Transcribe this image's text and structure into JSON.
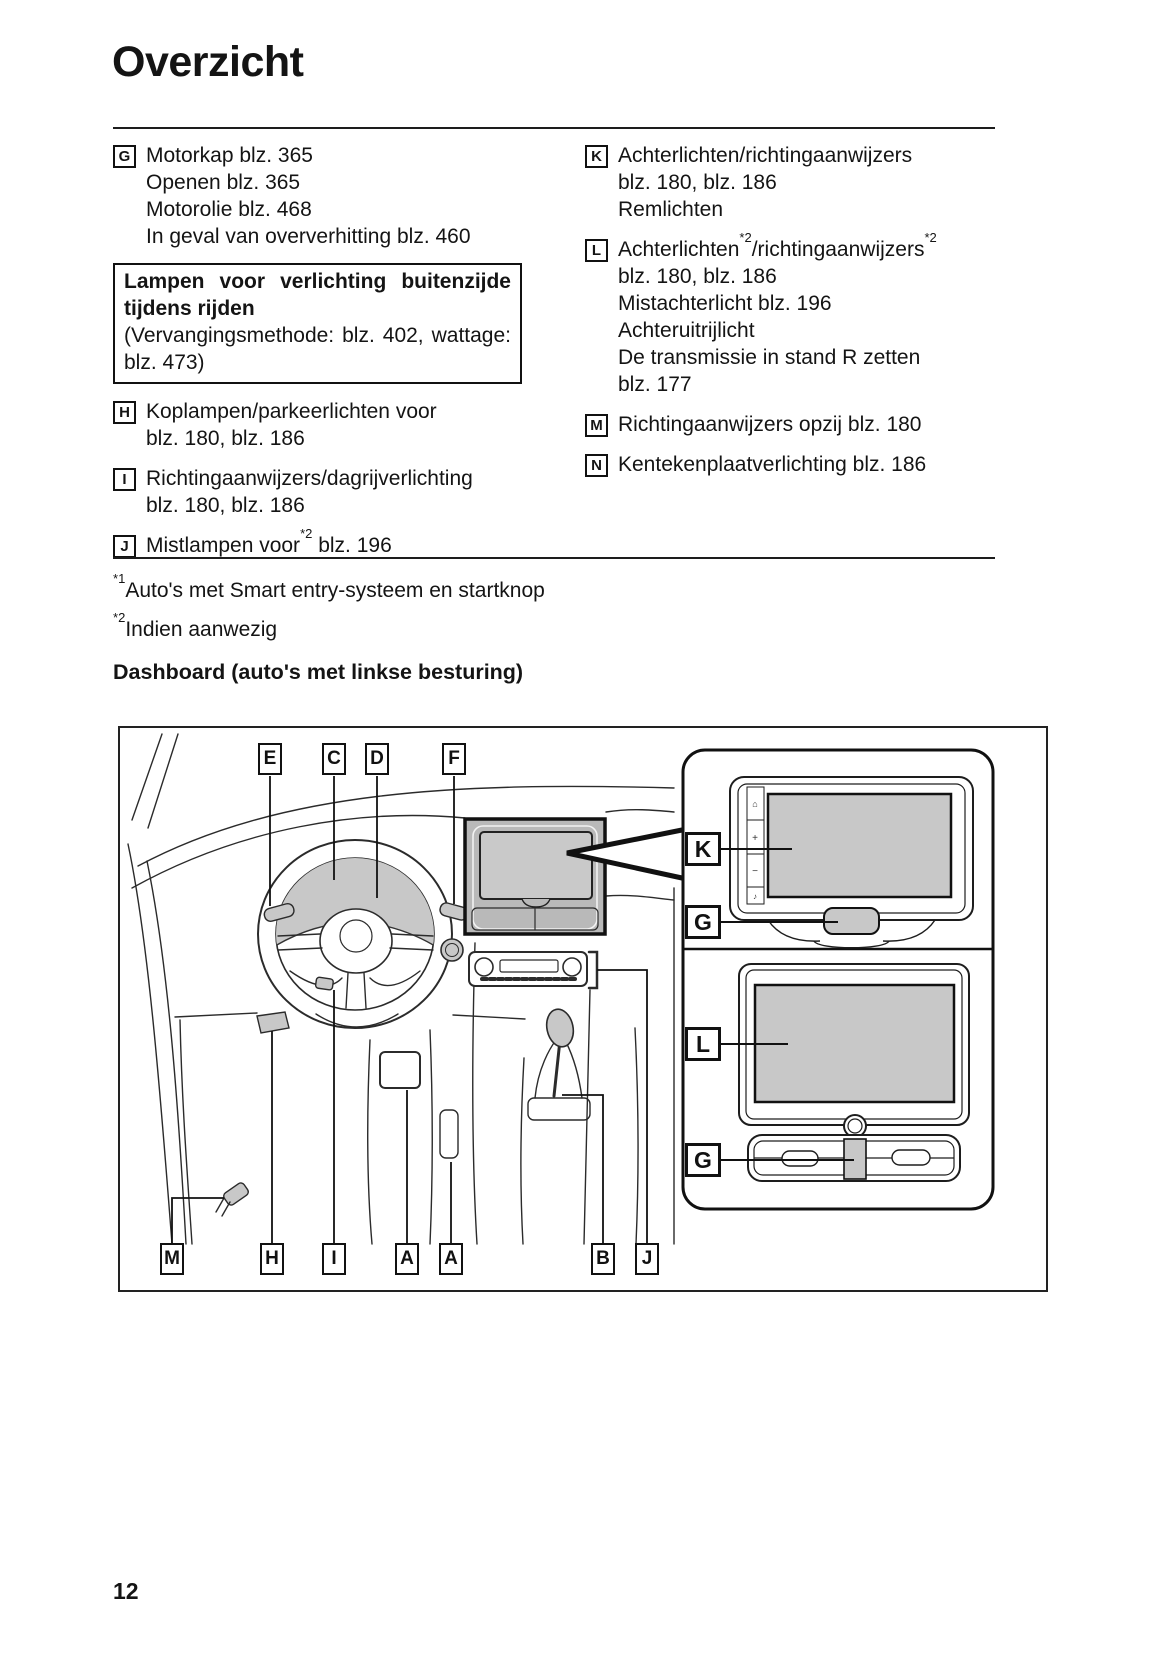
{
  "page": {
    "title": "Overzicht",
    "section_heading": "Dashboard (auto's met linkse besturing)",
    "page_number": "12"
  },
  "legend": {
    "left": [
      {
        "key": "G",
        "lines": [
          "Motorkap blz. 365",
          "Openen blz. 365",
          "Motorolie blz. 468",
          "In geval van oververhitting blz. 460"
        ]
      },
      {
        "box": true,
        "bold_text": "Lampen voor verlichting buitenzijde tij­dens rijden",
        "normal_text": "(Vervangingsmethode: blz. 402, wattage: blz. 473)"
      },
      {
        "key": "H",
        "lines": [
          "Koplampen/parkeerlichten voor",
          "blz. 180, blz. 186"
        ]
      },
      {
        "key": "I",
        "lines": [
          "Richtingaanwijzers/dagrijverlichting",
          "blz. 180, blz. 186"
        ]
      },
      {
        "key": "J",
        "lines": [
          "Mistlampen voor*2 blz. 196"
        ]
      }
    ],
    "right": [
      {
        "key": "K",
        "lines": [
          "Achterlichten/richtingaanwijzers",
          "blz. 180, blz. 186",
          "Remlichten"
        ]
      },
      {
        "key": "L",
        "lines": [
          "Achterlichten*2/richtingaanwijzers*2",
          "blz. 180, blz. 186",
          "Mistachterlicht blz. 196",
          "Achteruitrijlicht",
          "De transmissie in stand R zetten",
          "blz. 177"
        ]
      },
      {
        "key": "M",
        "lines": [
          "Richtingaanwijzers opzij blz. 180"
        ]
      },
      {
        "key": "N",
        "lines": [
          "Kentekenplaatverlichting blz. 186"
        ]
      }
    ]
  },
  "footnotes": [
    {
      "marker": "*1",
      "text": "Auto's met Smart entry-systeem en startknop"
    },
    {
      "marker": "*2",
      "text": "Indien aanwezig"
    }
  ],
  "figure": {
    "top_labels": [
      "E",
      "C",
      "D",
      "F"
    ],
    "bottom_labels": [
      "M",
      "H",
      "I",
      "A",
      "A",
      "B",
      "J"
    ],
    "panel_labels": [
      "K",
      "G",
      "L",
      "G"
    ],
    "screen_button_icons": [
      "⌂",
      "+",
      "−",
      "♪"
    ],
    "colors": {
      "screen_gray": "#c8c8c8",
      "stack_gray": "#b9b9b9",
      "line": "#2b2b2b"
    }
  }
}
